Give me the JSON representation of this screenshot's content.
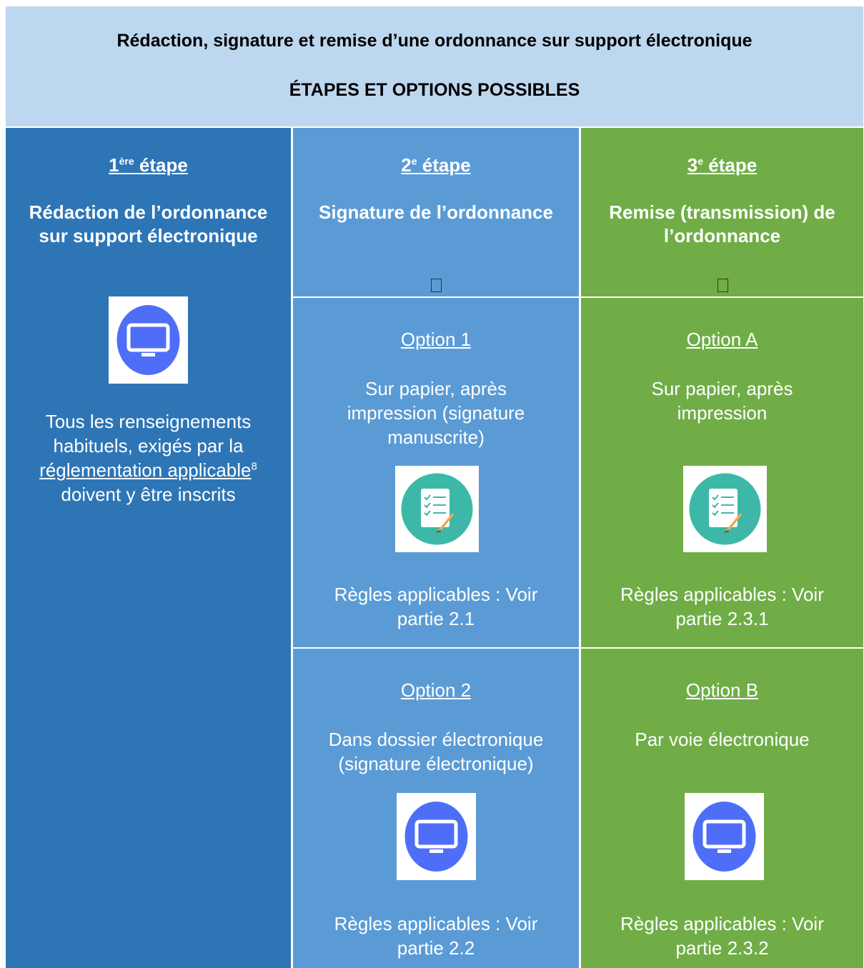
{
  "header": {
    "title": "Rédaction, signature et remise d’une ordonnance sur support électronique",
    "subtitle": "ÉTAPES ET OPTIONS POSSIBLES"
  },
  "col1": {
    "step_num": "1",
    "step_sup": "ère",
    "step_word": " étape",
    "title": "Rédaction de l’ordonnance sur support électronique",
    "icon": "computer-monitor-icon",
    "text_before_link": "Tous les renseignements habituels, exigés par la",
    "link_text": "réglementation applicable",
    "footnote": "8",
    "text_after_link": "doivent y être inscrits"
  },
  "col2": {
    "step_num": "2",
    "step_sup": "e",
    "step_word": " étape",
    "title": "Signature de l’ordonnance",
    "option1": {
      "label": "Option 1",
      "text": "Sur papier, après impression (signature manuscrite)",
      "icon": "checklist-pencil-icon",
      "rules": "Règles applicables : Voir partie 2.1"
    },
    "option2": {
      "label": "Option 2",
      "text": "Dans dossier électronique (signature électronique)",
      "icon": "computer-monitor-icon",
      "rules": "Règles applicables : Voir partie 2.2"
    }
  },
  "col3": {
    "step_num": "3",
    "step_sup": "e",
    "step_word": " étape",
    "title": "Remise (transmission) de l’ordonnance",
    "optionA": {
      "label": "Option A",
      "text": "Sur papier, après impression",
      "icon": "checklist-pencil-icon",
      "rules": "Règles applicables : Voir partie 2.3.1"
    },
    "optionB": {
      "label": "Option B",
      "text": "Par voie électronique",
      "icon": "computer-monitor-icon",
      "rules": "Règles applicables : Voir partie 2.3.2"
    }
  },
  "colors": {
    "header_bg": "#bdd7ee",
    "col1_bg": "#2e75b6",
    "col2_bg": "#5b9bd5",
    "col3_bg": "#70ad47",
    "monitor_circle": "#4f6ef7",
    "checklist_circle": "#3db8a8"
  }
}
